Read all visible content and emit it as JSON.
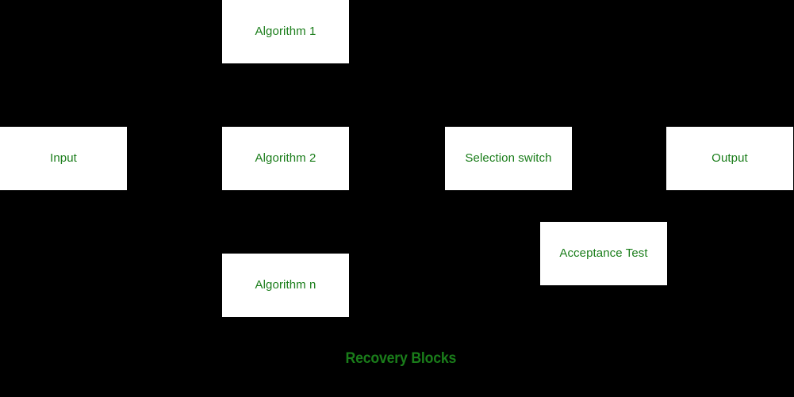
{
  "diagram": {
    "title": "Recovery Blocks",
    "background_color": "#000000",
    "node_fill_color": "#ffffff",
    "label_color": "#1a7d1a",
    "nodes": [
      {
        "id": "algorithm-1",
        "label": "Algorithm 1"
      },
      {
        "id": "input",
        "label": "Input"
      },
      {
        "id": "algorithm-2",
        "label": "Algorithm 2"
      },
      {
        "id": "selection-switch",
        "label": "Selection switch"
      },
      {
        "id": "output",
        "label": "Output"
      },
      {
        "id": "acceptance-test",
        "label": "Acceptance Test"
      },
      {
        "id": "algorithm-n",
        "label": "Algorithm n"
      }
    ],
    "caption": "Recovery Blocks"
  }
}
